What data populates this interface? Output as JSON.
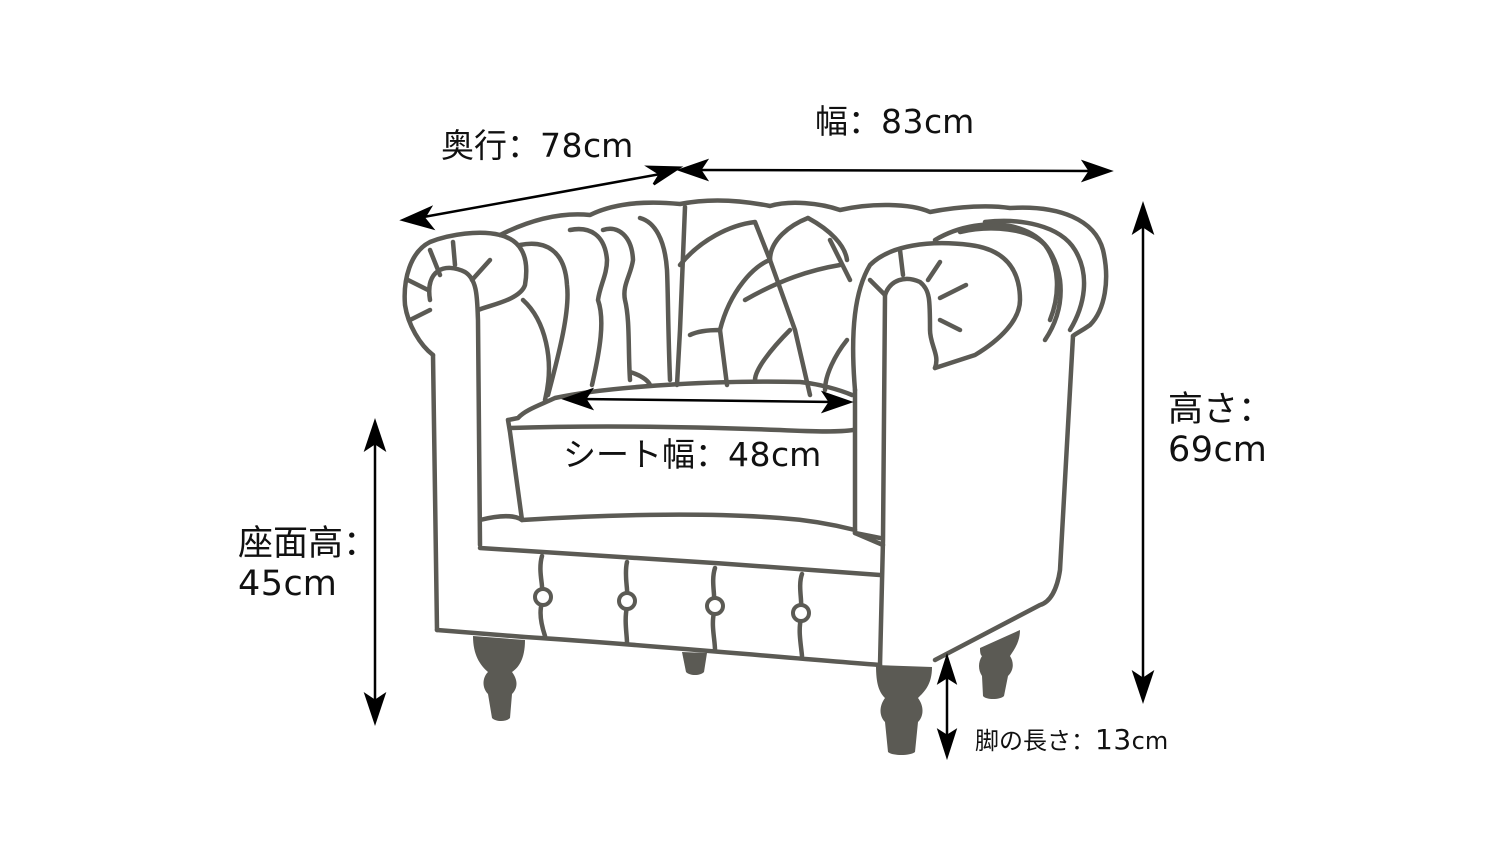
{
  "diagram": {
    "subject": "Chesterfield armchair",
    "colors": {
      "outline": "#5b5a54",
      "legs": "#5b5a54",
      "arrows": "#000000",
      "text": "#111111",
      "background": "#ffffff"
    },
    "dimensions": {
      "depth": {
        "label": "奥行",
        "sep": "：",
        "value": "78",
        "unit": "cm"
      },
      "width": {
        "label": "幅",
        "sep": "：",
        "value": "83",
        "unit": "cm"
      },
      "height": {
        "label": "高さ",
        "sep": "：",
        "value": "69",
        "unit": "cm"
      },
      "seat_width": {
        "label": "シート幅",
        "sep": "：",
        "value": "48",
        "unit": "cm"
      },
      "seat_height": {
        "label": "座面高",
        "sep": "：",
        "value": "45",
        "unit": "cm"
      },
      "leg_length": {
        "label": "脚の長さ",
        "sep": "：",
        "value": "13",
        "unit": "cm"
      }
    },
    "icons": {
      "arrow": "double-headed-arrow",
      "chair": "armchair-line-drawing"
    }
  }
}
